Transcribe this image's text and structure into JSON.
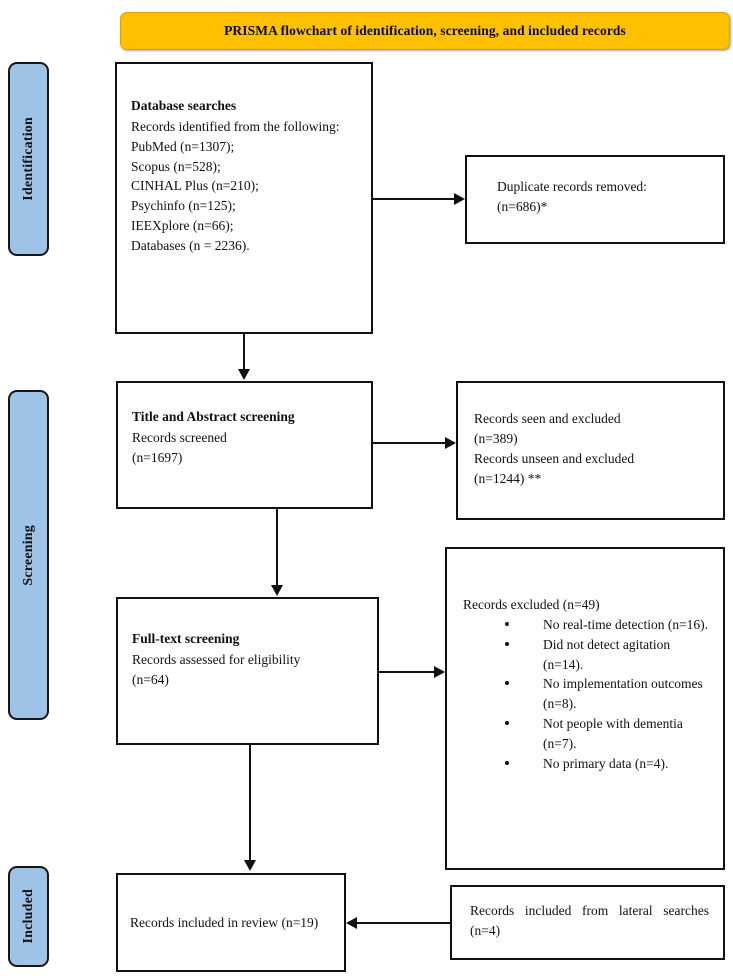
{
  "header": {
    "title": "PRISMA flowchart of identification, screening, and included records",
    "background_color": "#FFC000"
  },
  "stages": {
    "accent_color": "#9DC3E6",
    "items": [
      {
        "key": "identification",
        "label": "Identification"
      },
      {
        "key": "screening",
        "label": "Screening"
      },
      {
        "key": "included",
        "label": "Included"
      }
    ]
  },
  "boxes": {
    "database_searches": {
      "heading": "Database searches",
      "intro": "Records identified from the following:",
      "sources": [
        "PubMed (n=1307);",
        "Scopus (n=528);",
        "CINHAL Plus (n=210);",
        "Psychinfo (n=125);",
        "IEEXplore (n=66);",
        "Databases (n = 2236)."
      ]
    },
    "duplicates_removed": {
      "line1": "Duplicate records removed:",
      "line2": "(n=686)*"
    },
    "title_abstract_screening": {
      "heading": "Title and Abstract screening",
      "line1": "Records screened",
      "line2": "(n=1697)"
    },
    "screening_excluded": {
      "line1": "Records seen and excluded",
      "line2": "(n=389)",
      "line3": "Records unseen and excluded",
      "line4": "(n=1244) **"
    },
    "full_text_screening": {
      "heading": "Full-text screening",
      "line1": "Records assessed for eligibility",
      "line2": "(n=64)"
    },
    "full_text_excluded": {
      "heading": "Records excluded (n=49)",
      "reasons": [
        "No real-time detection (n=16).",
        "Did not detect agitation (n=14).",
        "No implementation outcomes (n=8).",
        "Not people with dementia (n=7).",
        "No primary data (n=4)."
      ]
    },
    "records_included": {
      "line1": "Records included in review (n=19)"
    },
    "lateral_searches": {
      "line1": "Records included from lateral searches (n=4)"
    }
  },
  "chart_data": {
    "type": "diagram",
    "title": "PRISMA flowchart of identification, screening, and included records",
    "stages": [
      "Identification",
      "Screening",
      "Included"
    ],
    "nodes": [
      {
        "id": "database_searches",
        "stage": "Identification",
        "label": "Database searches",
        "n": 2236,
        "breakdown": {
          "PubMed": 1307,
          "Scopus": 528,
          "CINHAL Plus": 210,
          "Psychinfo": 125,
          "IEEXplore": 66
        }
      },
      {
        "id": "duplicates_removed",
        "stage": "Identification",
        "label": "Duplicate records removed",
        "n": 686
      },
      {
        "id": "title_abstract_screening",
        "stage": "Screening",
        "label": "Records screened",
        "n": 1697
      },
      {
        "id": "screening_excluded",
        "stage": "Screening",
        "label": "Records excluded at screening",
        "seen_excluded": 389,
        "unseen_excluded": 1244
      },
      {
        "id": "full_text_screening",
        "stage": "Screening",
        "label": "Records assessed for eligibility",
        "n": 64
      },
      {
        "id": "full_text_excluded",
        "stage": "Screening",
        "label": "Records excluded",
        "n": 49,
        "reasons": [
          {
            "reason": "No real-time detection",
            "n": 16
          },
          {
            "reason": "Did not detect agitation",
            "n": 14
          },
          {
            "reason": "No implementation outcomes",
            "n": 8
          },
          {
            "reason": "Not people with dementia",
            "n": 7
          },
          {
            "reason": "No primary data",
            "n": 4
          }
        ]
      },
      {
        "id": "lateral_searches",
        "stage": "Included",
        "label": "Records included from lateral searches",
        "n": 4
      },
      {
        "id": "records_included",
        "stage": "Included",
        "label": "Records included in review",
        "n": 19
      }
    ],
    "edges": [
      {
        "from": "database_searches",
        "to": "duplicates_removed",
        "direction": "right"
      },
      {
        "from": "database_searches",
        "to": "title_abstract_screening",
        "direction": "down"
      },
      {
        "from": "title_abstract_screening",
        "to": "screening_excluded",
        "direction": "right"
      },
      {
        "from": "title_abstract_screening",
        "to": "full_text_screening",
        "direction": "down"
      },
      {
        "from": "full_text_screening",
        "to": "full_text_excluded",
        "direction": "right"
      },
      {
        "from": "full_text_screening",
        "to": "records_included",
        "direction": "down"
      },
      {
        "from": "lateral_searches",
        "to": "records_included",
        "direction": "left"
      }
    ]
  }
}
